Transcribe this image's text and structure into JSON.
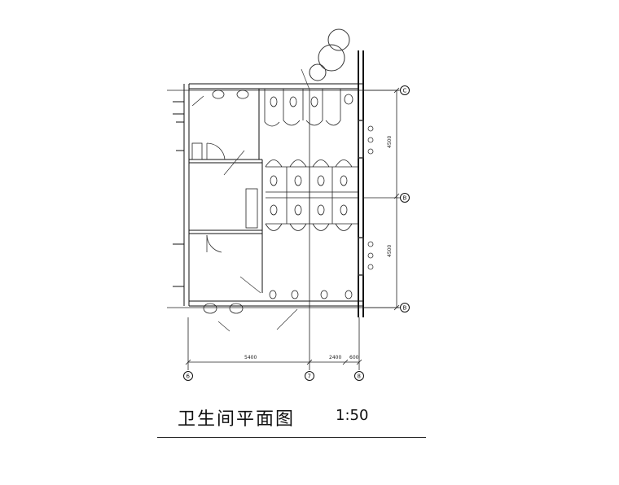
{
  "title": "卫生间平面图",
  "scale": "1:50",
  "grid_axes": {
    "vertical": [
      "C",
      "B",
      "B"
    ],
    "horizontal": [
      "6",
      "7",
      "8"
    ]
  },
  "dimensions": {
    "bottom": [
      "5400",
      "2400",
      "600"
    ],
    "right": [
      "4500",
      "4500"
    ]
  }
}
